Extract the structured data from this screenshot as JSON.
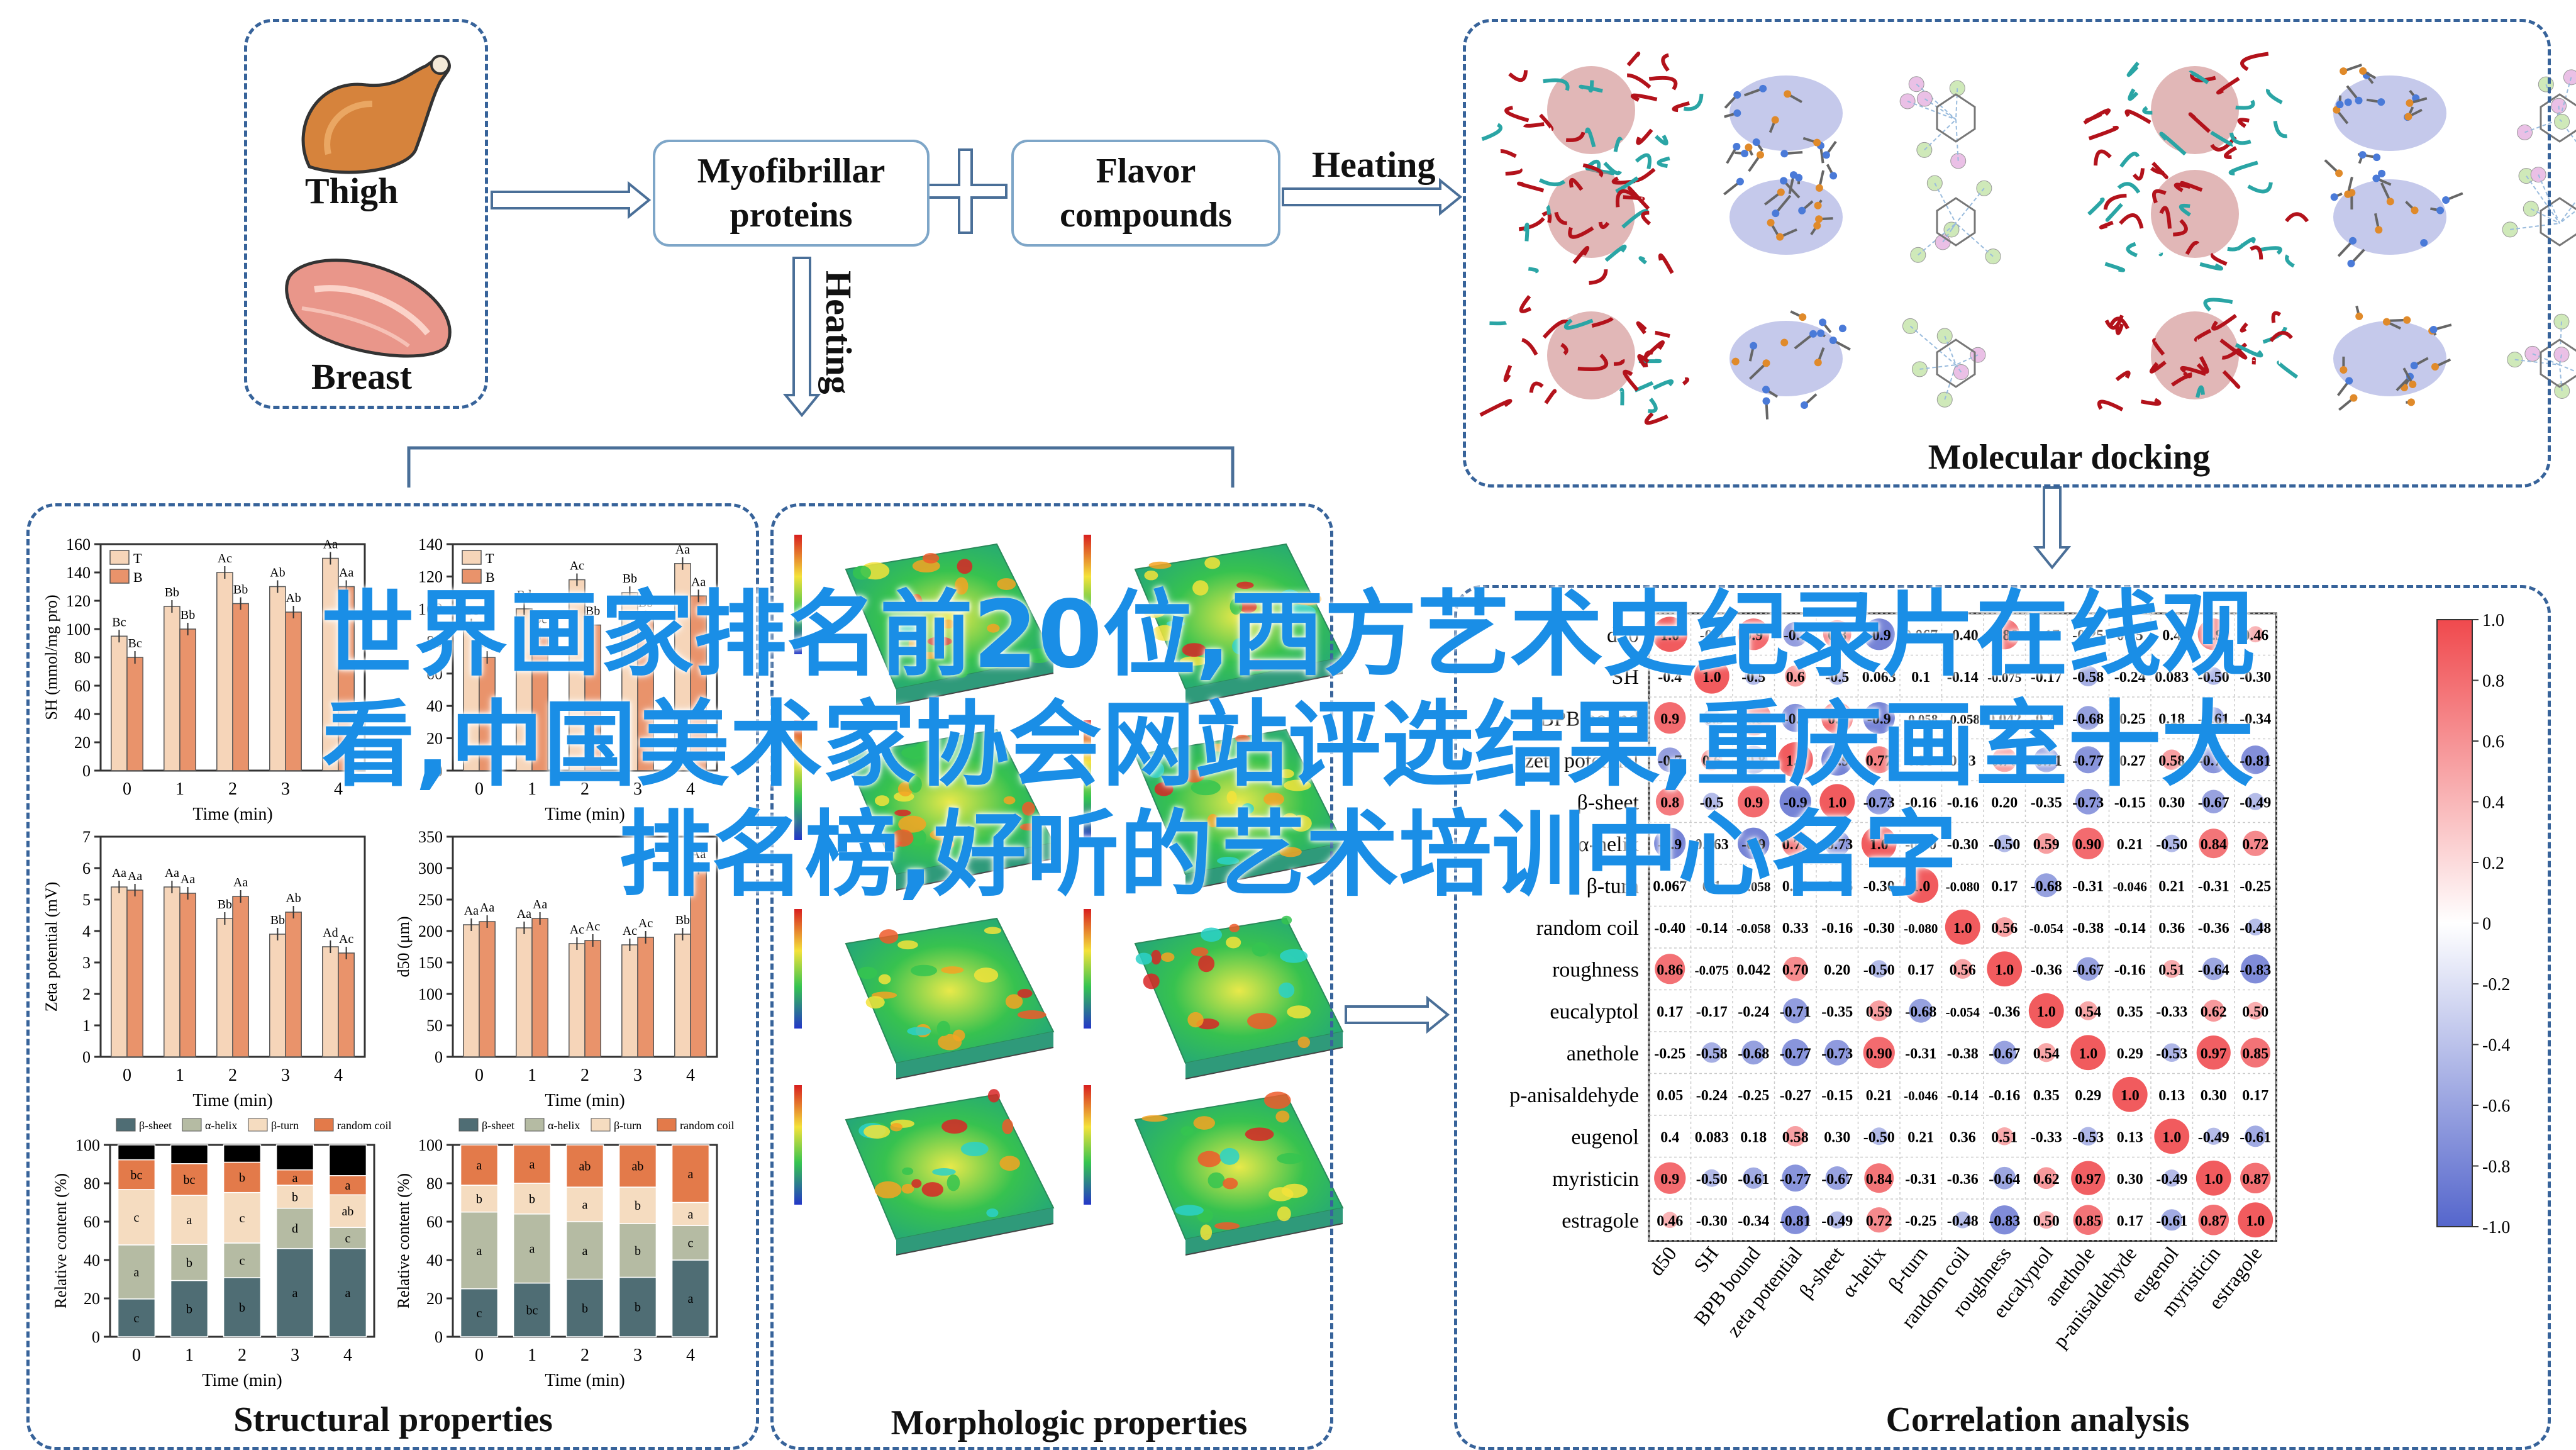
{
  "inputs": {
    "thigh_label": "Thigh",
    "breast_label": "Breast"
  },
  "boxes": {
    "myofibrillar": "Myofibrillar proteins",
    "flavor": "Flavor compounds"
  },
  "arrows": {
    "heating_horizontal": "Heating",
    "heating_vertical": "Heating"
  },
  "sections": {
    "docking": "Molecular docking",
    "structural": "Structural properties",
    "morphologic": "Morphologic properties",
    "correlation": "Correlation analysis"
  },
  "overlay_lines": [
    "世界画家排名前20位,西方艺术史纪录片在线观",
    "看,中国美术家协会网站评选结果,重庆画室十大",
    "排名榜,好听的艺术培训中心名字"
  ],
  "charts": {
    "sh": {
      "ylabel": "SH (mmol/mg pro)",
      "xlabel": "Time (min)",
      "legend": [
        "T",
        "B"
      ],
      "categories": [
        "0",
        "1",
        "2",
        "3",
        "4"
      ],
      "yticks": [
        "0",
        "20",
        "40",
        "60",
        "80",
        "100",
        "120",
        "140",
        "160"
      ],
      "ymax": 160,
      "series": [
        [
          95,
          116,
          140,
          130,
          150
        ],
        [
          80,
          100,
          118,
          112,
          130
        ]
      ],
      "labels": [
        [
          "Bc",
          "Bb",
          "Ac",
          "Ab",
          "Aa"
        ],
        [
          "Bc",
          "Bb",
          "Bb",
          "Ab",
          "Aa"
        ]
      ],
      "colors": [
        "#f6d5b9",
        "#e9936b"
      ]
    },
    "bpb": {
      "ylabel": "",
      "xlabel": "Time (min)",
      "legend": [
        "T",
        "B"
      ],
      "categories": [
        "0",
        "1",
        "2",
        "3",
        "4"
      ],
      "yticks": [
        "0",
        "20",
        "40",
        "60",
        "80",
        "100",
        "120",
        "140"
      ],
      "ymax": 140,
      "series": [
        [
          90,
          100,
          118,
          110,
          128
        ],
        [
          70,
          85,
          90,
          95,
          108
        ]
      ],
      "labels": [
        [
          "Bc",
          "Bd",
          "Ac",
          "Bb",
          "Aa"
        ],
        [
          "Bc",
          "Bc",
          "Bb",
          "Bb",
          "Aa"
        ]
      ],
      "colors": [
        "#f6d5b9",
        "#e9936b"
      ]
    },
    "zeta": {
      "ylabel": "Zeta potential (mV)",
      "xlabel": "Time (min)",
      "legend": [],
      "categories": [
        "0",
        "1",
        "2",
        "3",
        "4"
      ],
      "yticks": [
        "0",
        "1",
        "2",
        "3",
        "4",
        "5",
        "6",
        "7"
      ],
      "ymax": 7,
      "series": [
        [
          5.4,
          5.4,
          4.4,
          3.9,
          3.5
        ],
        [
          5.3,
          5.2,
          5.1,
          4.6,
          3.3
        ]
      ],
      "labels": [
        [
          "Aa",
          "Aa",
          "Bb",
          "Bb",
          "Ad"
        ],
        [
          "Aa",
          "Aa",
          "Aa",
          "Ab",
          "Ac"
        ]
      ],
      "colors": [
        "#f6d5b9",
        "#e9936b"
      ]
    },
    "d50": {
      "ylabel": "d50 (μm)",
      "xlabel": "Time (min)",
      "legend": [],
      "categories": [
        "0",
        "1",
        "2",
        "3",
        "4"
      ],
      "yticks": [
        "0",
        "50",
        "100",
        "150",
        "200",
        "250",
        "300",
        "350"
      ],
      "ymax": 350,
      "series": [
        [
          210,
          205,
          180,
          178,
          195
        ],
        [
          215,
          220,
          185,
          190,
          300
        ]
      ],
      "labels": [
        [
          "Aa",
          "Aa",
          "Ac",
          "Ac",
          "Bb"
        ],
        [
          "Aa",
          "Aa",
          "Ac",
          "Ac",
          "Aa"
        ]
      ],
      "colors": [
        "#f6d5b9",
        "#e9936b"
      ]
    },
    "secondary_t": {
      "ylabel": "Relative content (%)",
      "xlabel": "Time (min)",
      "legend": [
        "β-sheet",
        "α-helix",
        "β-turn",
        "random coil"
      ],
      "categories": [
        "0",
        "1",
        "2",
        "3",
        "4"
      ],
      "yticks": [
        "0",
        "20",
        "40",
        "60",
        "80",
        "100"
      ],
      "ymax": 100,
      "stacks": [
        [
          28,
          40,
          41,
          22,
          11
        ],
        [
          39,
          25,
          34,
          22,
          13
        ],
        [
          41,
          24,
          35,
          21,
          12
        ],
        [
          46,
          21,
          12,
          8,
          13
        ],
        [
          46,
          11,
          17,
          10,
          16
        ]
      ],
      "stack_labels": [
        [
          "c",
          "a",
          "c",
          "bc"
        ],
        [
          "b",
          "b",
          "a",
          "bc"
        ],
        [
          "b",
          "c",
          "c",
          "b"
        ],
        [
          "a",
          "d",
          "b",
          "a"
        ],
        [
          "a",
          "c",
          "ab",
          "a"
        ]
      ],
      "colors": [
        "#4f6d74",
        "#b5bba3",
        "#f5dcc0",
        "#e37a4a"
      ]
    },
    "secondary_b": {
      "ylabel": "Relative content (%)",
      "xlabel": "Time (min)",
      "legend": [
        "β-sheet",
        "α-helix",
        "β-turn",
        "random coil"
      ],
      "categories": [
        "0",
        "1",
        "2",
        "3",
        "4"
      ],
      "yticks": [
        "0",
        "20",
        "40",
        "60",
        "80",
        "100"
      ],
      "ymax": 100,
      "stacks": [
        [
          25,
          40,
          14,
          21
        ],
        [
          28,
          36,
          16,
          20
        ],
        [
          30,
          30,
          18,
          22
        ],
        [
          31,
          28,
          19,
          22
        ],
        [
          40,
          18,
          12,
          30
        ]
      ],
      "stack_labels": [
        [
          "c",
          "a",
          "b",
          "a"
        ],
        [
          "bc",
          "a",
          "b",
          "a"
        ],
        [
          "b",
          "a",
          "a",
          "ab"
        ],
        [
          "b",
          "b",
          "b",
          "ab"
        ],
        [
          "a",
          "c",
          "a",
          "a"
        ]
      ],
      "colors": [
        "#4f6d74",
        "#b5bba3",
        "#f5dcc0",
        "#e37a4a"
      ]
    }
  },
  "correlation": {
    "variables": [
      "d50",
      "SH",
      "BPB bound",
      "zeta potential",
      "β-sheet",
      "α-helix",
      "β-turn",
      "random coil",
      "roughness",
      "eucalyptol",
      "anethole",
      "p-anisaldehyde",
      "eugenol",
      "myristicin",
      "estragole"
    ],
    "matrix": [
      [
        "1.0",
        "-0.4",
        "0.9",
        "-0.7",
        "0.8",
        "-0.9",
        "0.067",
        "-0.40",
        "0.86",
        "0.17",
        "-0.25",
        "0.05",
        "0.4",
        "0.9",
        "0.46"
      ],
      [
        "-0.4",
        "1.0",
        "-0.5",
        "0.6",
        "-0.5",
        "0.063",
        "0.1",
        "-0.14",
        "-0.075",
        "-0.17",
        "-0.58",
        "-0.24",
        "0.083",
        "-0.50",
        "-0.30"
      ],
      [
        "0.9",
        "-0.5",
        "1.0",
        "-0.8",
        "0.9",
        "-0.9",
        "-0.058",
        "-0.058",
        "0.042",
        "-0.24",
        "-0.68",
        "-0.25",
        "0.18",
        "-0.61",
        "-0.34"
      ],
      [
        "-0.7",
        "0.6",
        "-0.8",
        "1.0",
        "-0.9",
        "0.77",
        "0.33",
        "0.33",
        "0.70",
        "-0.71",
        "-0.77",
        "-0.27",
        "0.58",
        "-0.77",
        "-0.81"
      ],
      [
        "0.8",
        "-0.5",
        "0.9",
        "-0.9",
        "1.0",
        "-0.73",
        "-0.16",
        "-0.16",
        "0.20",
        "-0.35",
        "-0.73",
        "-0.15",
        "0.30",
        "-0.67",
        "-0.49"
      ],
      [
        "-0.9",
        "0.063",
        "-0.9",
        "0.77",
        "-0.73",
        "1.0",
        "-0.30",
        "-0.30",
        "-0.50",
        "0.59",
        "0.90",
        "0.21",
        "-0.50",
        "0.84",
        "0.72"
      ],
      [
        "0.067",
        "0.1",
        "-0.058",
        "0.33",
        "-0.16",
        "-0.30",
        "1.0",
        "-0.080",
        "0.17",
        "-0.68",
        "-0.31",
        "-0.046",
        "0.21",
        "-0.31",
        "-0.25"
      ],
      [
        "-0.40",
        "-0.14",
        "-0.058",
        "0.33",
        "-0.16",
        "-0.30",
        "-0.080",
        "1.0",
        "0.56",
        "-0.054",
        "-0.38",
        "-0.14",
        "0.36",
        "-0.36",
        "-0.48"
      ],
      [
        "0.86",
        "-0.075",
        "0.042",
        "0.70",
        "0.20",
        "-0.50",
        "0.17",
        "0.56",
        "1.0",
        "-0.36",
        "-0.67",
        "-0.16",
        "0.51",
        "-0.64",
        "-0.83"
      ],
      [
        "0.17",
        "-0.17",
        "-0.24",
        "-0.71",
        "-0.35",
        "0.59",
        "-0.68",
        "-0.054",
        "-0.36",
        "1.0",
        "0.54",
        "0.35",
        "-0.33",
        "0.62",
        "0.50"
      ],
      [
        "-0.25",
        "-0.58",
        "-0.68",
        "-0.77",
        "-0.73",
        "0.90",
        "-0.31",
        "-0.38",
        "-0.67",
        "0.54",
        "1.0",
        "0.29",
        "-0.53",
        "0.97",
        "0.85"
      ],
      [
        "0.05",
        "-0.24",
        "-0.25",
        "-0.27",
        "-0.15",
        "0.21",
        "-0.046",
        "-0.14",
        "-0.16",
        "0.35",
        "0.29",
        "1.0",
        "0.13",
        "0.30",
        "0.17"
      ],
      [
        "0.4",
        "0.083",
        "0.18",
        "0.58",
        "0.30",
        "-0.50",
        "0.21",
        "0.36",
        "0.51",
        "-0.33",
        "-0.53",
        "0.13",
        "1.0",
        "-0.49",
        "-0.61"
      ],
      [
        "0.9",
        "-0.50",
        "-0.61",
        "-0.77",
        "-0.67",
        "0.84",
        "-0.31",
        "-0.36",
        "-0.64",
        "0.62",
        "0.97",
        "0.30",
        "-0.49",
        "1.0",
        "0.87"
      ],
      [
        "0.46",
        "-0.30",
        "-0.34",
        "-0.81",
        "-0.49",
        "0.72",
        "-0.25",
        "-0.48",
        "-0.83",
        "0.50",
        "0.85",
        "0.17",
        "-0.61",
        "0.87",
        "1.0"
      ]
    ],
    "colorbar_ticks": [
      "1.0",
      "0.8",
      "0.6",
      "0.4",
      "0.2",
      "0",
      "-0.2",
      "-0.4",
      "-0.6",
      "-0.8",
      "-1.0"
    ],
    "colors": {
      "positive": "#f0494d",
      "negative": "#5566cc",
      "neutral": "#ffffff"
    }
  },
  "colors": {
    "panel_border": "#37639a",
    "box_border": "#7ea6c8",
    "overlay_text": "#1a8ee6"
  }
}
